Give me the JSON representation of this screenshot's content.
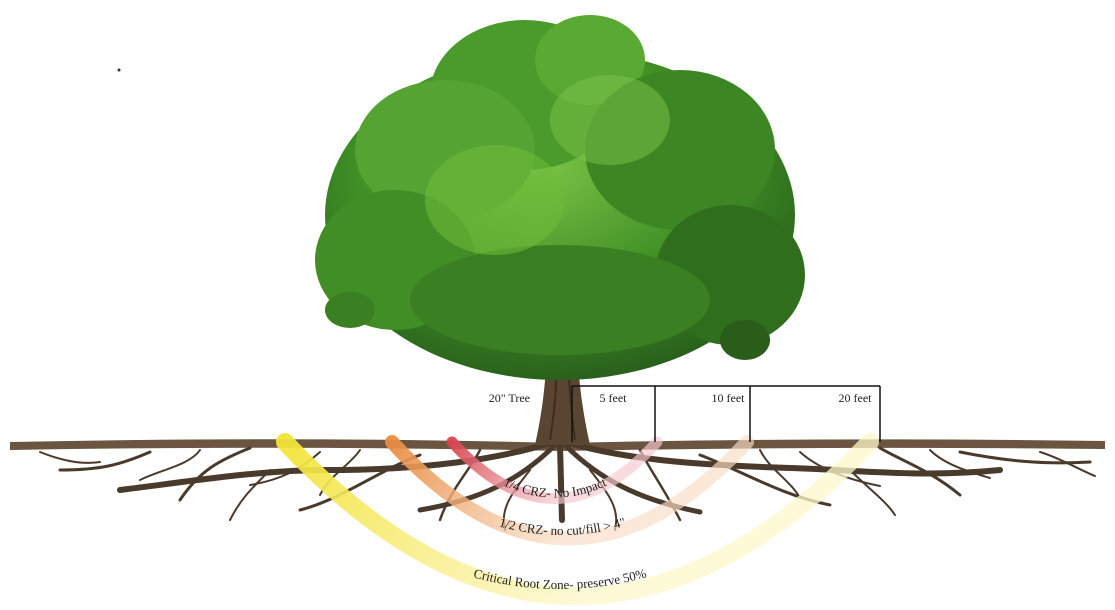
{
  "tree_label": "20\" Tree",
  "distance_labels": [
    "5 feet",
    "10 feet",
    "20 feet"
  ],
  "zones": [
    {
      "label": "1/4 CRZ- No Impact",
      "color": "#d9434f",
      "fade": "#f6c9cf"
    },
    {
      "label": "1/2 CRZ- no cut/fill > 4\"",
      "color": "#e98a3e",
      "fade": "#f9dcc4"
    },
    {
      "label": "Critical Root Zone- preserve 50%",
      "color": "#f2e438",
      "fade": "#fdf7c9"
    }
  ],
  "colors": {
    "foliage_dark": "#2f6e1c",
    "foliage_mid": "#3f8f25",
    "foliage_light": "#6cbb38",
    "trunk": "#5a4432",
    "roots": "#4a3a2c",
    "ground": "#6b5540"
  }
}
